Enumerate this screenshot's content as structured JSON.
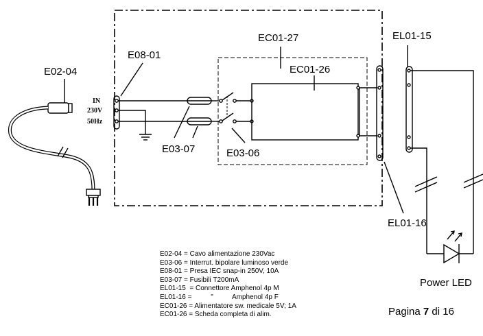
{
  "labels": {
    "e02_04": "E02-04",
    "e08_01": "E08-01",
    "ec01_27": "EC01-27",
    "ec01_26": "EC01-26",
    "e03_07": "E03-07",
    "e03_06": "E03-06",
    "el01_15": "EL01-15",
    "el01_16": "EL01-16",
    "power_led": "Power LED"
  },
  "inlet_pins": {
    "in": "IN",
    "voltage": "230V",
    "frequency": "50Hz"
  },
  "legend": [
    "E02-04 = Cavo alimentazione 230Vac",
    "E03-06 = Interrut. bipolare luminoso verde",
    "E08-01 = Presa IEC snap-in 250V, 10A",
    "E03-07 = Fusibili T200mA",
    "EL01-15  = Connettore Amphenol 4p M",
    "EL01-16 =          \"          Amphenol 4p F",
    "EC01-26 = Alimentatore sw. medicale 5V; 1A",
    "EC01-26 = Scheda completa di alim."
  ],
  "page": {
    "prefix": "Pagina ",
    "number": "7",
    "suffix": " di 16"
  }
}
